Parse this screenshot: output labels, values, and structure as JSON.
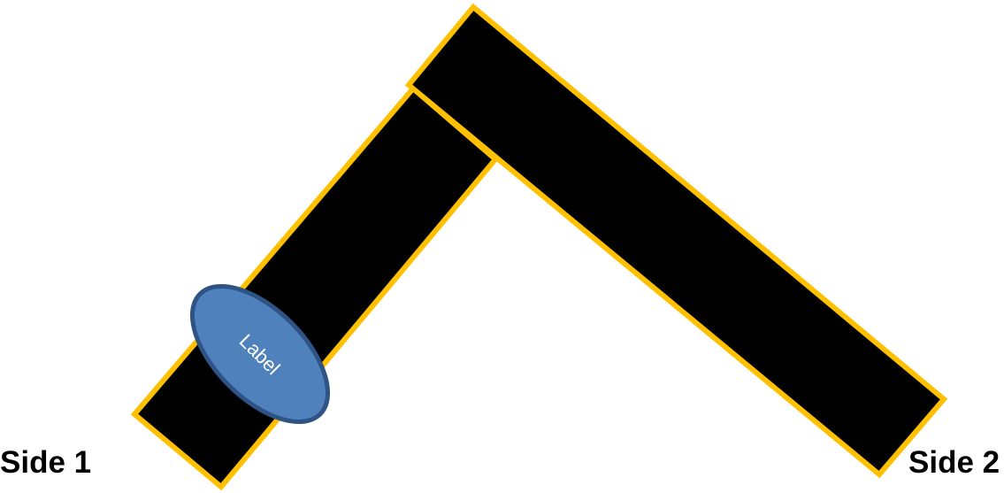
{
  "labels": {
    "side_1": "Side 1",
    "side_2": "Side 2",
    "tag": "Label"
  },
  "colors": {
    "bar_fill": "#000000",
    "bar_outline": "#FFC000",
    "tag_fill": "#4F81BD",
    "tag_outline": "#2F5385",
    "tag_text": "#FFFFFF",
    "text": "#000000"
  }
}
